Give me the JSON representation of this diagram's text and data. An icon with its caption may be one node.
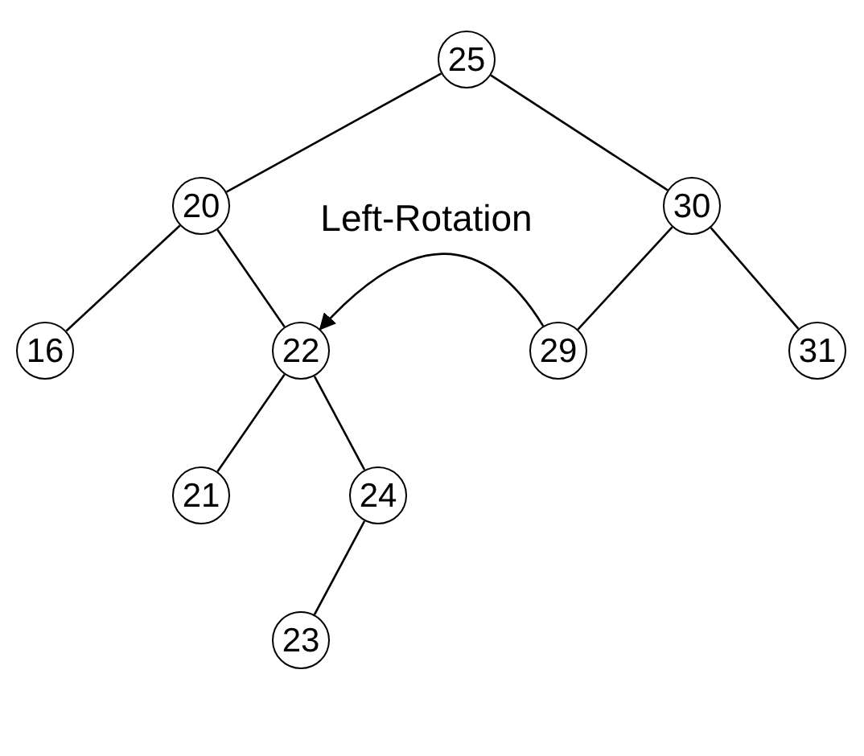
{
  "diagram": {
    "nodes": [
      {
        "text": [
          "25"
        ]
      },
      {
        "text": [
          "20"
        ]
      },
      {
        "text": [
          "30"
        ]
      },
      {
        "text": [
          "16"
        ]
      },
      {
        "text": [
          "22"
        ]
      },
      {
        "text": [
          "29"
        ]
      },
      {
        "text": [
          "31"
        ]
      },
      {
        "text": [
          "21"
        ]
      },
      {
        "text": [
          "24"
        ]
      },
      {
        "text": [
          "23"
        ]
      }
    ],
    "edges": [
      {
        "from": 0,
        "to": 1,
        "arrow": "none"
      },
      {
        "from": 0,
        "to": 2,
        "arrow": "none"
      },
      {
        "from": 1,
        "to": 3,
        "arrow": "none"
      },
      {
        "from": 1,
        "to": 4,
        "arrow": "none"
      },
      {
        "from": 2,
        "to": 5,
        "arrow": "none"
      },
      {
        "from": 2,
        "to": 6,
        "arrow": "none"
      },
      {
        "from": 4,
        "to": 7,
        "arrow": "none"
      },
      {
        "from": 4,
        "to": 8,
        "arrow": "none"
      },
      {
        "from": 8,
        "to": 9,
        "arrow": "none"
      },
      {
        "from": 5,
        "to": 4,
        "arrow": "to",
        "label": "Left-Rotation"
      }
    ]
  }
}
